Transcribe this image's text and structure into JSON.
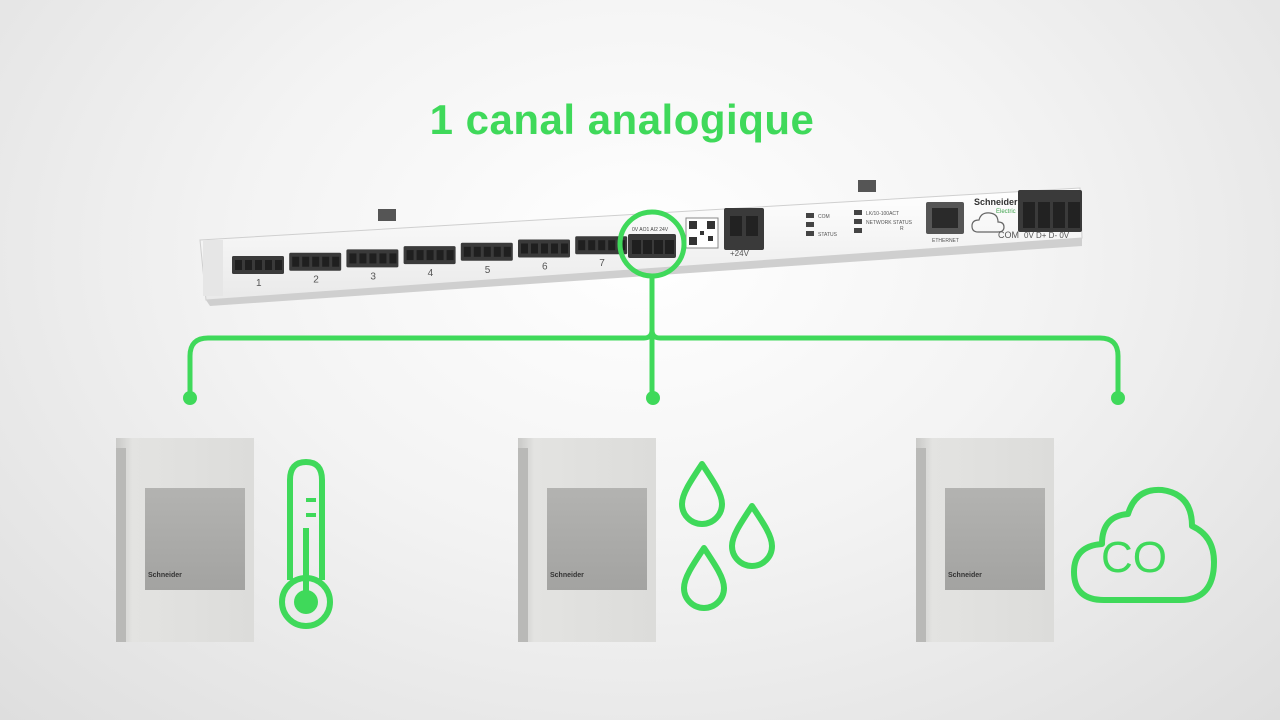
{
  "title": "1 canal analogique",
  "accent_color": "#3fd95a",
  "controller": {
    "brand": "Schneider",
    "brand_sub": "Electric",
    "channel_numbers": [
      "1",
      "2",
      "3",
      "4",
      "5",
      "6",
      "7"
    ],
    "highlighted_terminal_label": "0V AO1 AI2 24V",
    "power_label": "+24V",
    "led_labels": [
      "COM",
      "STATUS",
      "LK/10-100ACT",
      "NETWORK STATUS",
      "R"
    ],
    "ethernet_label": "ETHERNET",
    "com_label": "COM",
    "right_terminal_label": "0V D+ D- 0V"
  },
  "sensors": [
    {
      "brand": "Schneider",
      "icon": "thermometer-icon"
    },
    {
      "brand": "Schneider",
      "icon": "water-drops-icon"
    },
    {
      "brand": "Schneider",
      "icon": "co-cloud-icon",
      "icon_text": "CO"
    }
  ]
}
